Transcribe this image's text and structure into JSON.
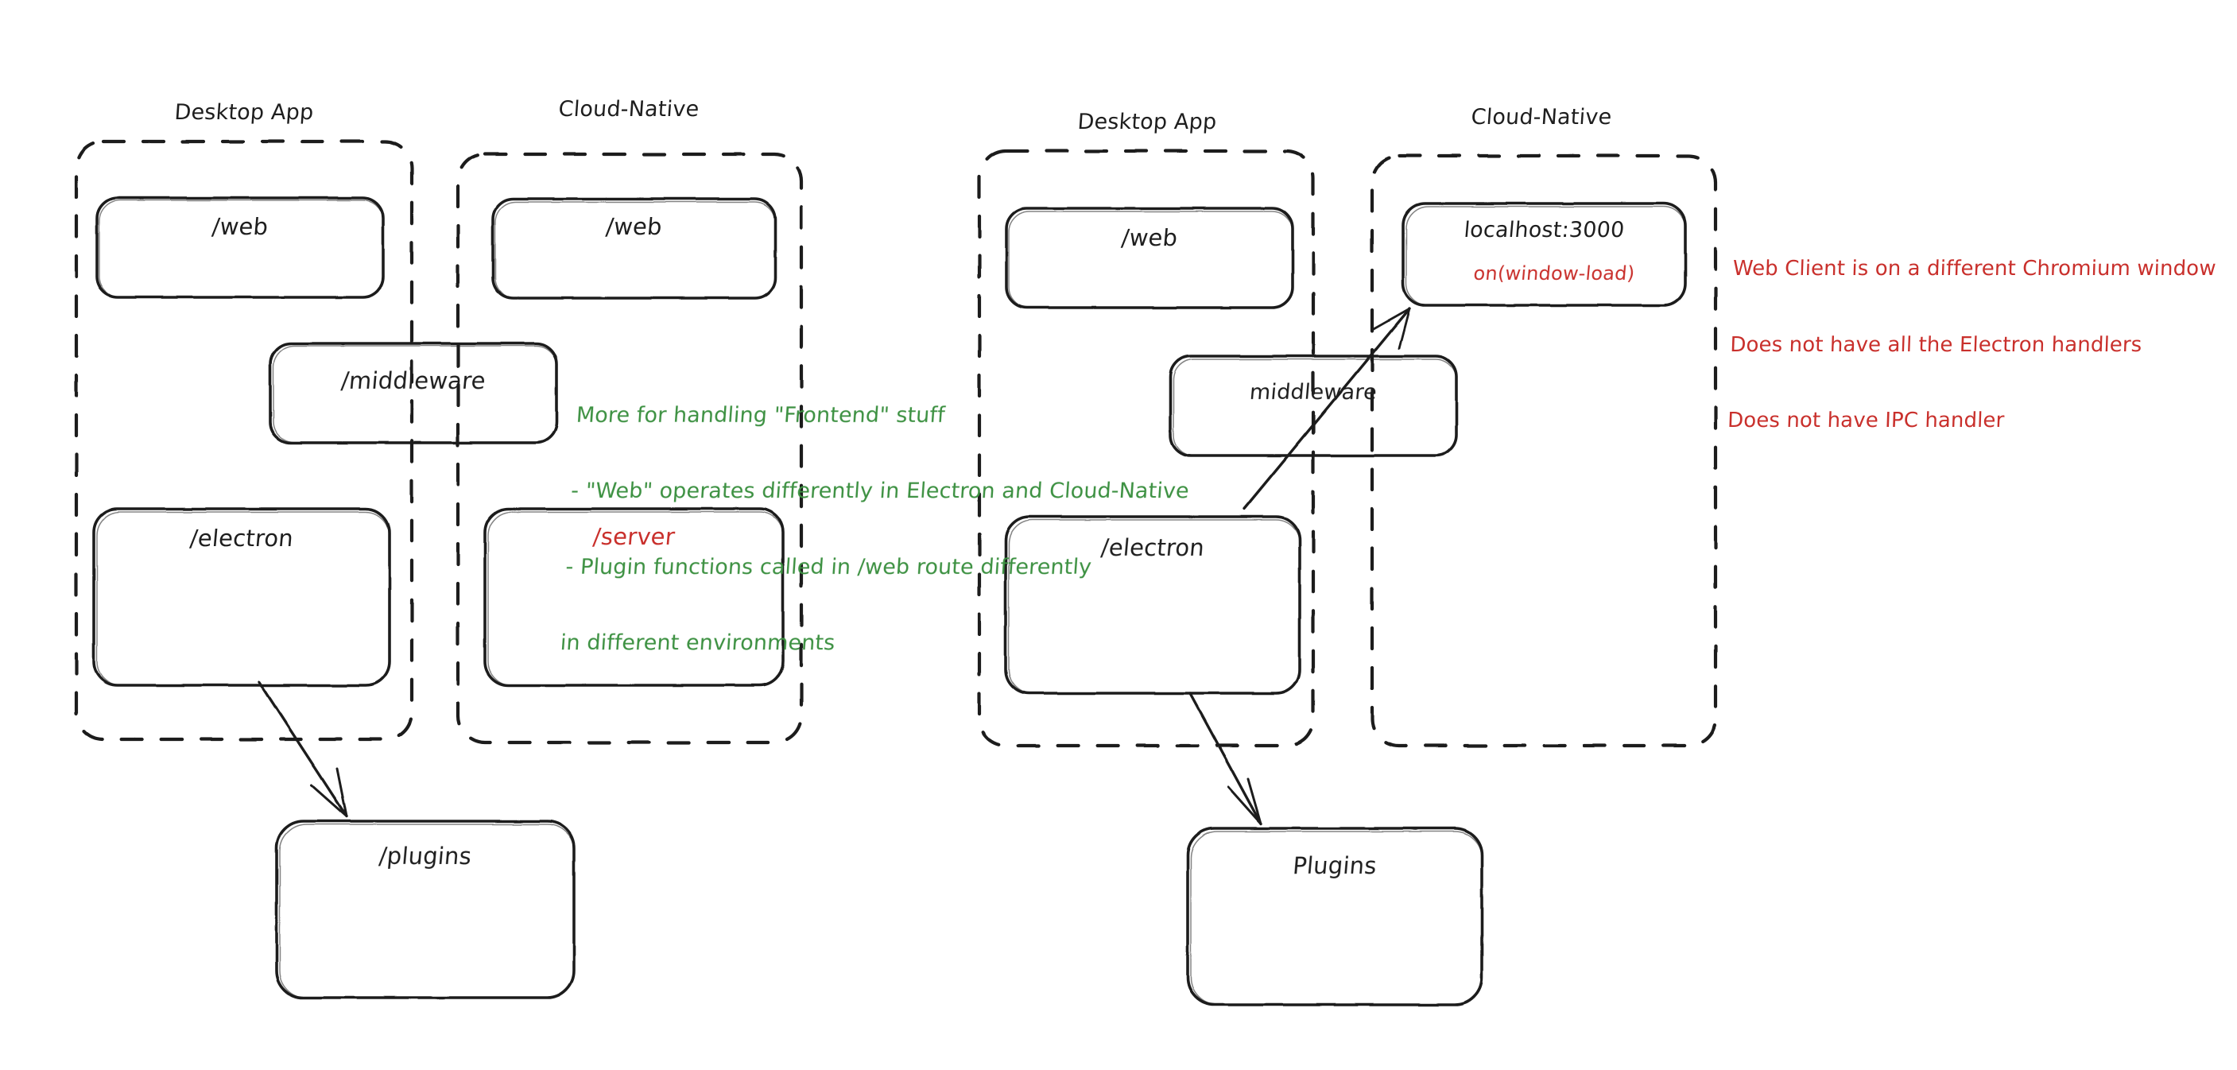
{
  "diagram": {
    "title": "Electron desktop app vs Cloud-Native architecture sketch",
    "style": "hand-drawn excalidraw sketch",
    "colors": {
      "stroke": "#1e1e1e",
      "red": "#c9302c",
      "green": "#3d9142",
      "background": "#ffffff"
    },
    "left_diagram": {
      "groups": [
        {
          "title": "Desktop App"
        },
        {
          "title": "Cloud-Native"
        }
      ],
      "nodes": [
        {
          "label": "/web",
          "color": "#1e1e1e"
        },
        {
          "label": "/web",
          "color": "#1e1e1e"
        },
        {
          "label": "/middleware",
          "color": "#1e1e1e"
        },
        {
          "label": "/electron",
          "color": "#1e1e1e"
        },
        {
          "label": "/server",
          "color": "#c9302c"
        },
        {
          "label": "/plugins",
          "color": "#1e1e1e"
        }
      ],
      "note": {
        "color": "#3d9142",
        "lines": [
          "More for handling \"Frontend\" stuff",
          "- \"Web\" operates differently in Electron and Cloud-Native",
          "- Plugin functions called in /web route differently",
          "in different environments"
        ]
      }
    },
    "right_diagram": {
      "groups": [
        {
          "title": "Desktop App"
        },
        {
          "title": "Cloud-Native"
        }
      ],
      "nodes": [
        {
          "label": "/web",
          "color": "#1e1e1e"
        },
        {
          "label": "localhost:3000",
          "color": "#1e1e1e",
          "sublabel": "on(window-load)",
          "sublabel_color": "#c9302c"
        },
        {
          "label": "middleware",
          "color": "#1e1e1e"
        },
        {
          "label": "/electron",
          "color": "#1e1e1e"
        },
        {
          "label": "Plugins",
          "color": "#1e1e1e"
        }
      ],
      "note": {
        "color": "#c9302c",
        "lines": [
          "Web Client is on a different Chromium window",
          "Does not have all the Electron handlers",
          "Does not have IPC handler"
        ]
      }
    }
  }
}
